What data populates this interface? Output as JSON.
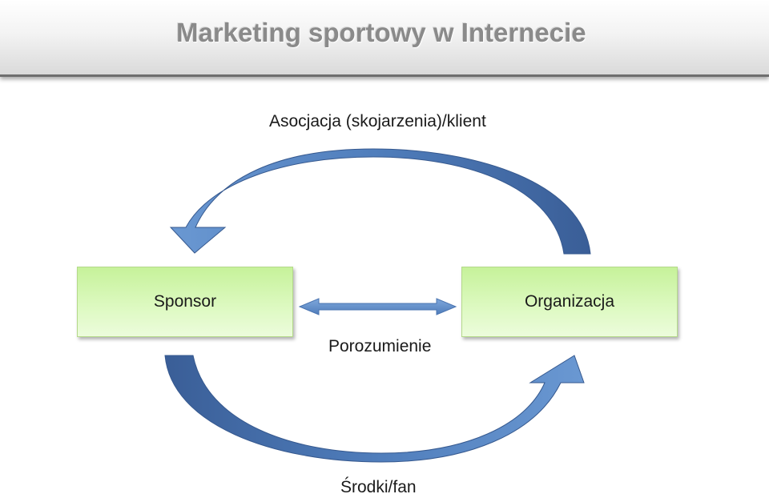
{
  "slide": {
    "title": "Marketing sportowy w Internecie"
  },
  "diagram": {
    "top_label": "Asocjacja (skojarzenia)/klient",
    "left_box": "Sponsor",
    "right_box": "Organizacja",
    "middle_label": "Porozumienie",
    "bottom_label": "Środki/fan"
  },
  "colors": {
    "arrow_light": "#5f8dc8",
    "arrow_dark": "#3b5f96",
    "box_fill": "#d6f7b4",
    "title_text": "#8a8a8a"
  }
}
